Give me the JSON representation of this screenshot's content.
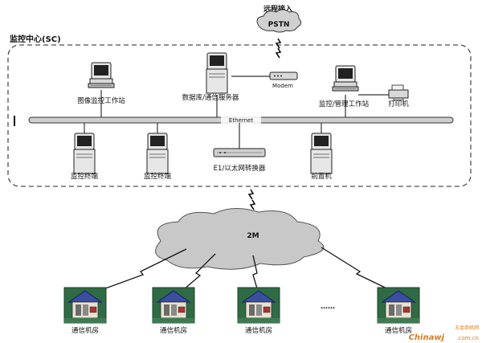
{
  "remote_access_label": "远程接入",
  "pstn_label": "PSTN",
  "center_title": "监控中心(SC)",
  "ethernet_label": "Ethernet",
  "modem_label": "Modem",
  "printer_label": "打印机",
  "image_ws_label": "图像监控工作站",
  "db_server_label": "数据库/通信服务器",
  "mgmt_ws_label": "监控/管理工作站",
  "terminal_label_1": "监控终端",
  "terminal_label_2": "监控终端",
  "e1_converter_label": "E1/以太网转换器",
  "fep_label": "前置机",
  "wan_label": "2M",
  "ellipsis_label": "……",
  "station_labels": [
    "通信机房",
    "通信机房",
    "通信机房",
    "通信机房"
  ],
  "watermark_brand": "Chinawj",
  "watermark_domain": ".com.cn",
  "watermark_cn": "五金商机网",
  "colors": {
    "house_roof": "#3a4fa0",
    "house_wall": "#3e7a52",
    "house_ground": "#2f6b44",
    "cloud": "#c8c8c8",
    "watermark": "#e07a1c"
  }
}
